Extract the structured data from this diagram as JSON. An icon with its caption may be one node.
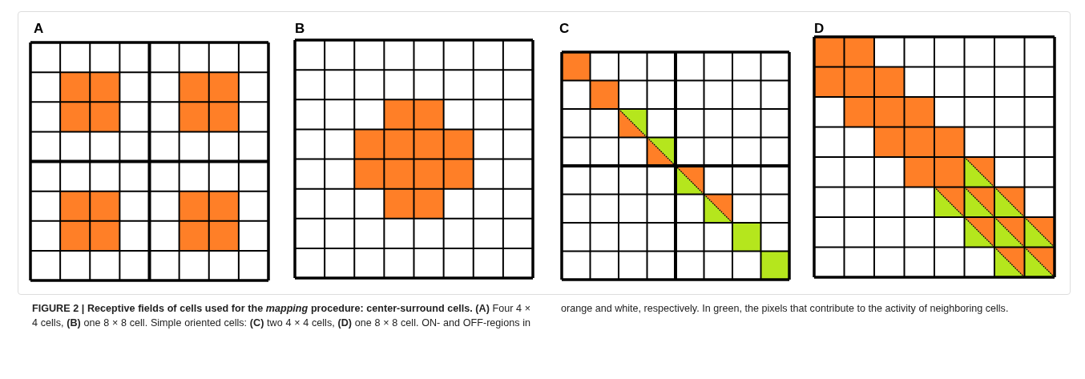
{
  "diagram": {
    "caption": "**FIGURE 2 | Receptive fields of cells used for the *mapping* procedure: center-surround cells.** **(A)** Four 4 × 4 cells, **(B)** one 8 × 8 cell. Simple oriented cells: **(C)** two 4 × 4 cells, **(D)** one 8 × 8 cell. ON- and OFF-regions in orange and white, respectively. In green, the pixels that contribute to the activity of neighboring cells.",
    "labels": [
      "A",
      "B",
      "C",
      "D"
    ]
  }
}
